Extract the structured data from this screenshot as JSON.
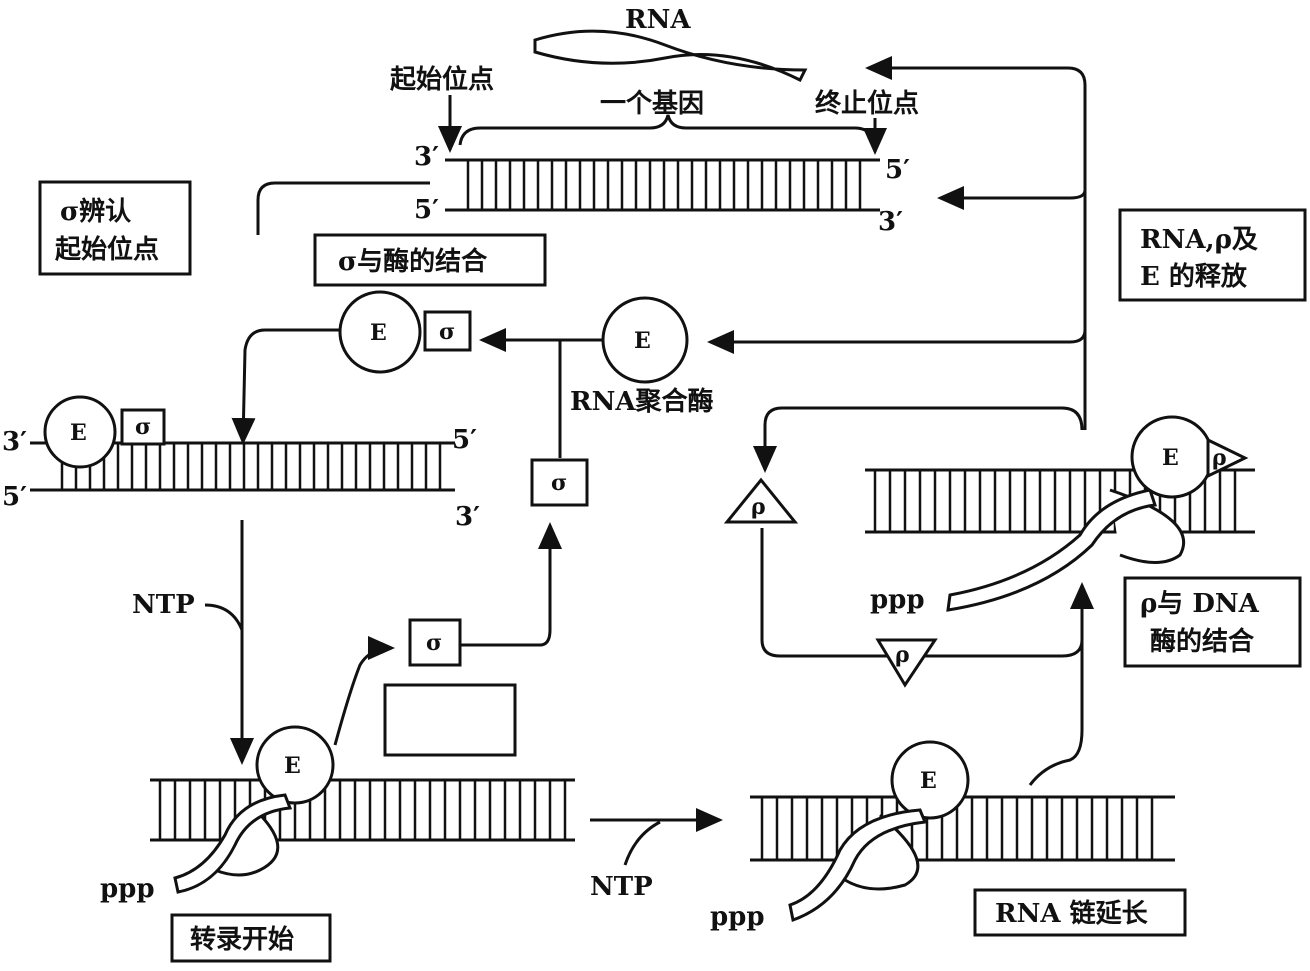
{
  "top": {
    "rna": "RNA",
    "start_site": "起始位点",
    "gene": "一个基因",
    "stop_site": "终止位点",
    "end_3_top": "3′",
    "end_5_top_right": "5′",
    "end_5_bottom_left": "5′",
    "end_3_bottom_right": "3′"
  },
  "boxes": {
    "sigma_recognize_line1": "σ辨认",
    "sigma_recognize_line2": "起始位点",
    "sigma_enzyme_binding": "σ与酶的结合",
    "release_line1": "RNA,ρ及",
    "release_line2": "E 的释放",
    "rho_binding_line1": "ρ与 DNA",
    "rho_binding_line2": "酶的结合",
    "transcription_start": "转录开始",
    "rna_elongation": "RNA 链延长"
  },
  "labels": {
    "enzyme": "E",
    "sigma": "σ",
    "rho": "ρ",
    "rna_polymerase": "RNA聚合酶",
    "ntp": "NTP",
    "ppp": "ppp",
    "prime3": "3′",
    "prime5": "5′"
  }
}
